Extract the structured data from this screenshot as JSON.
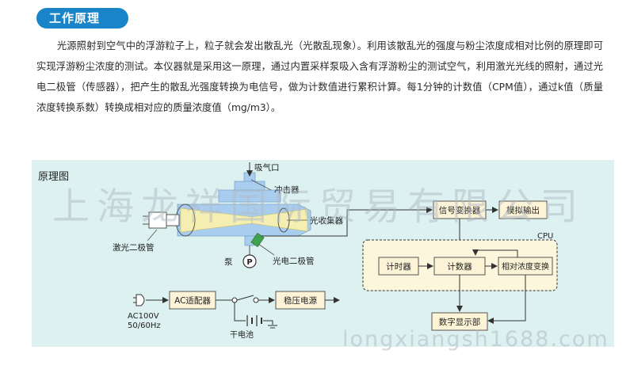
{
  "header": {
    "title": "工作原理"
  },
  "intro": {
    "text": "光源照射到空气中的浮游粒子上，粒子就会发出散乱光（光散乱现象）。利用该散乱光的强度与粉尘浓度成相对比例的原理即可实现浮游粉尘浓度的测试。本仪器就是采用这一原理，通过内置采样泵吸入含有浮游粉尘的测试空气，利用激光光线的照射，通过光电二极管（传感器），把产生的散乱光强度转换为电信号，做为计数值进行累积计算。每1分钟的计数值（CPM值），通过k值（质量浓度转换系数）转换成相对应的质量浓度值（mg/m3）。"
  },
  "diagram": {
    "title": "原理图",
    "watermark": "上海龙祥国际贸易有限公司",
    "watermark_bottom": "longxiangsh1688.com",
    "labels": {
      "inlet": "吸气口",
      "impactor": "冲击器",
      "collector": "光收集器",
      "laser_diode": "激光二极管",
      "pump_label": "泵",
      "pump_symbol": "P",
      "photodiode": "光电二极管",
      "ac_input_line1": "AC100V",
      "ac_input_line2": "50/60Hz",
      "battery": "干电池",
      "cpu": "CPU"
    },
    "blocks": {
      "signal_converter": "信号变换器",
      "analog_output": "模拟输出",
      "timer": "计时器",
      "counter": "计数器",
      "conc_converter": "相对浓度变换",
      "ac_adapter": "AC适配器",
      "regulator": "稳压电源",
      "display": "数字显示部"
    },
    "colors": {
      "header": "#1a84c8",
      "panel": "#dcf1f0",
      "chamber": "#a9cdee",
      "beam": "#f4efb0",
      "block_fill": "#fdf3d6",
      "cpu_fill": "#fbf6dc",
      "photodiode": "#3fa34d"
    }
  }
}
